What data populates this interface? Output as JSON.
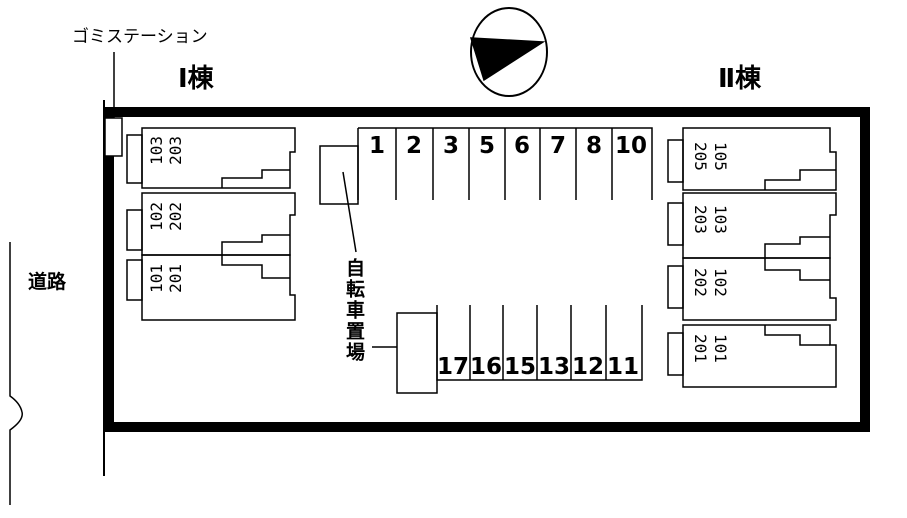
{
  "labels": {
    "garbage_station": "ゴミステーション",
    "building_1": "Ⅰ棟",
    "building_2": "Ⅱ棟",
    "road": "道路",
    "bicycle_parking": "自転車置場"
  },
  "parking": {
    "top": [
      "1",
      "2",
      "3",
      "5",
      "6",
      "7",
      "8",
      "10"
    ],
    "bottom": [
      "17",
      "16",
      "15",
      "13",
      "12",
      "11"
    ]
  },
  "building_1_units": [
    {
      "upper": "203",
      "lower": "103"
    },
    {
      "upper": "202",
      "lower": "102"
    },
    {
      "upper": "201",
      "lower": "101"
    }
  ],
  "building_2_units": [
    {
      "upper": "205",
      "lower": "105"
    },
    {
      "upper": "203",
      "lower": "103"
    },
    {
      "upper": "202",
      "lower": "102"
    },
    {
      "upper": "201",
      "lower": "101"
    }
  ]
}
